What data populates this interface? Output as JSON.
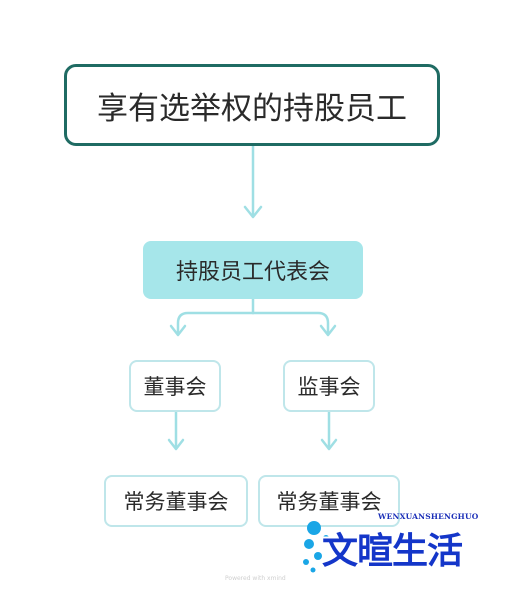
{
  "nodes": {
    "root": "享有选举权的持股员工",
    "representatives": "持股员工代表会",
    "board": "董事会",
    "supervisors": "监事会",
    "executive_board": "常务董事会",
    "executive_supervisors": "常务董事会"
  },
  "colors": {
    "root_border": "#1f6b63",
    "highlight_fill": "#a6e6ea",
    "node_border": "#bfe6ea",
    "connector": "#9fdfe4",
    "logo_blue": "#1436c9"
  },
  "watermark": {
    "powered_by": "Powered with xmind",
    "logo_text": "文暄生活",
    "logo_subtext": "WENXUANSHENGHUO"
  }
}
